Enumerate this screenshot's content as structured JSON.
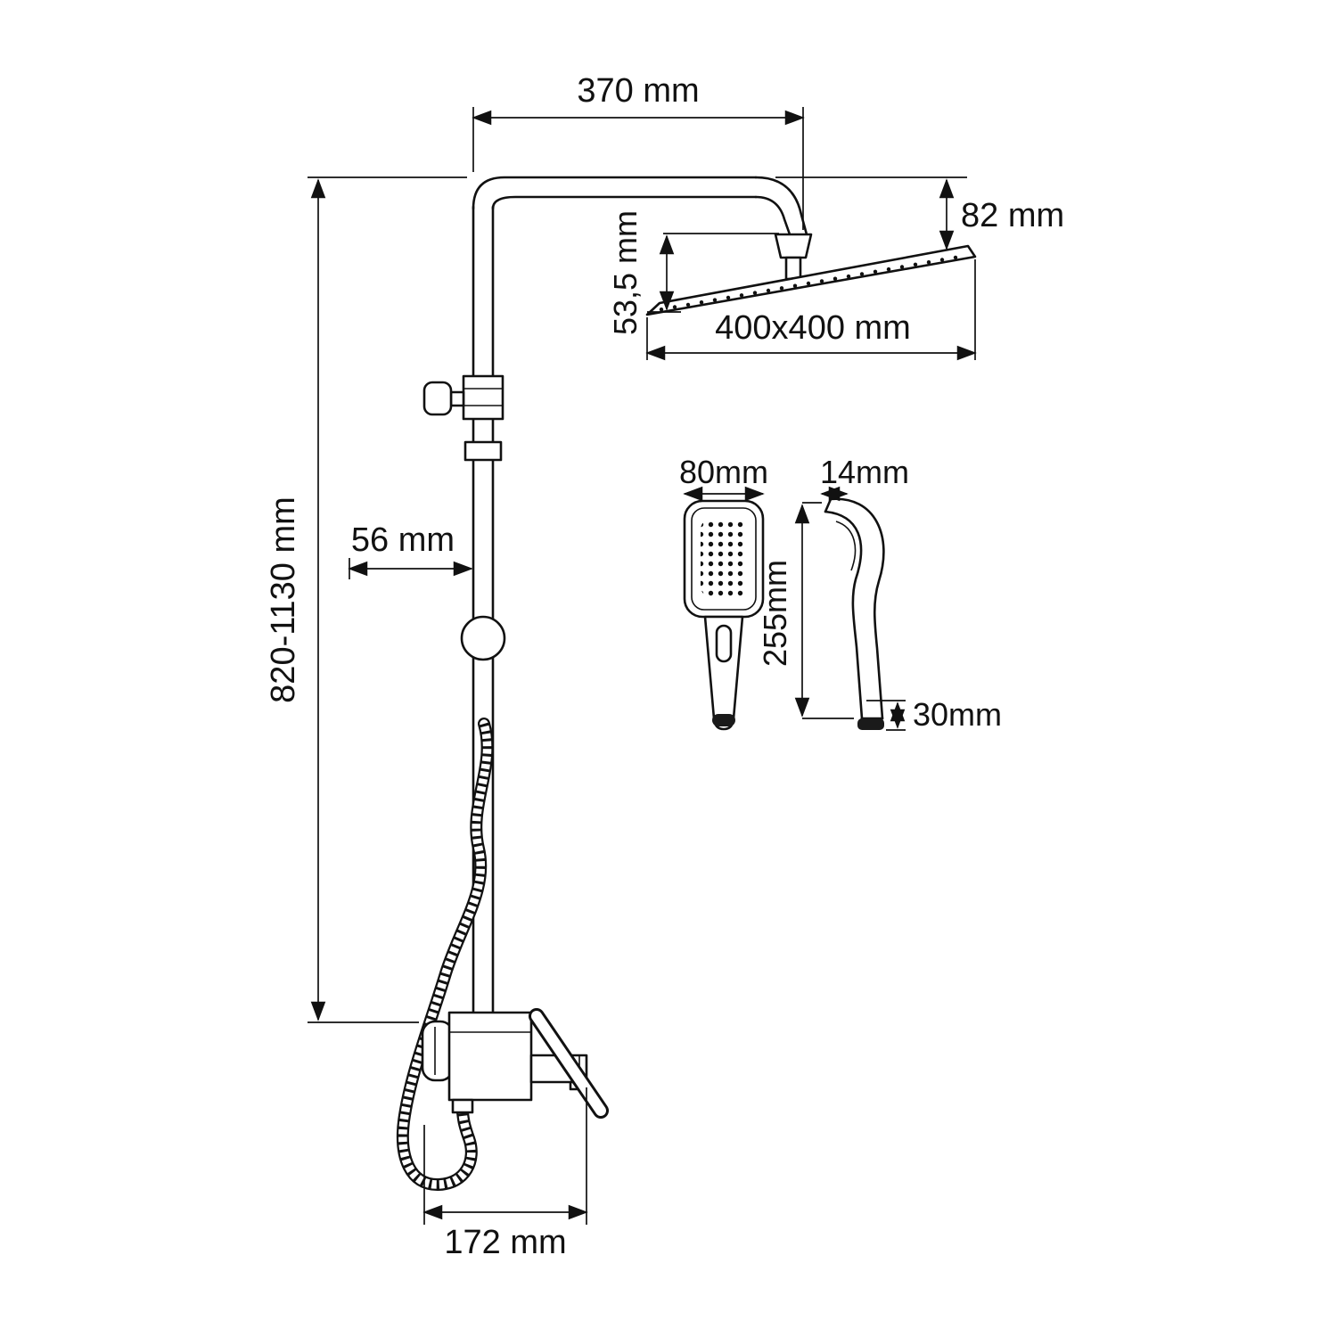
{
  "colors": {
    "line": "#111111",
    "background": "#ffffff"
  },
  "dims": {
    "arm_length": "370 mm",
    "head_offset": "82 mm",
    "head_tilt": "53,5 mm",
    "head_size": "400x400 mm",
    "column_height": "820-1130 mm",
    "bracket_offset": "56 mm",
    "spout_reach": "172 mm",
    "hand_width": "80mm",
    "hand_depth": "14mm",
    "hand_length": "255mm",
    "hand_inlet": "30mm"
  }
}
